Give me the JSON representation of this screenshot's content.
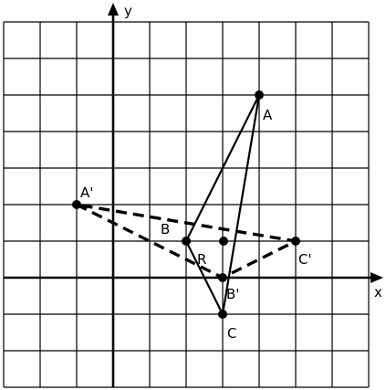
{
  "diagram": {
    "grid": {
      "x_min": -3,
      "x_max": 7,
      "y_min": -3,
      "y_max": 7
    },
    "axes": {
      "x_label": "x",
      "y_label": "y"
    },
    "triangle_original": {
      "points": [
        {
          "name": "A",
          "x": 4,
          "y": 5
        },
        {
          "name": "B",
          "x": 2,
          "y": 1
        },
        {
          "name": "C",
          "x": 3,
          "y": -1
        }
      ]
    },
    "triangle_image": {
      "points": [
        {
          "name": "A'",
          "x": -1,
          "y": 2
        },
        {
          "name": "B'",
          "x": 3,
          "y": 0
        },
        {
          "name": "C'",
          "x": 5,
          "y": 1
        }
      ]
    },
    "labels": {
      "A": "A",
      "B": "B",
      "C": "C",
      "R": "R",
      "A_prime": "A'",
      "B_prime": "B'",
      "C_prime": "C'"
    },
    "colors": {
      "line": "#000000",
      "background": "#ffffff"
    }
  }
}
